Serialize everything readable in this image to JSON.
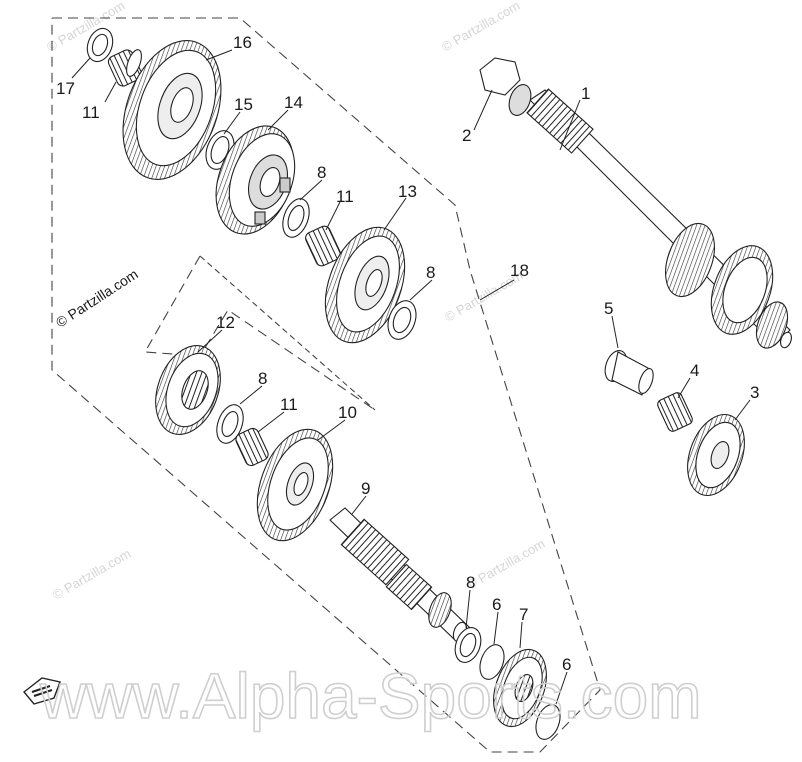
{
  "callouts": [
    {
      "key": "c1",
      "label": "1"
    },
    {
      "key": "c2",
      "label": "2"
    },
    {
      "key": "c3",
      "label": "3"
    },
    {
      "key": "c4",
      "label": "4"
    },
    {
      "key": "c5",
      "label": "5"
    },
    {
      "key": "c6a",
      "label": "6"
    },
    {
      "key": "c6b",
      "label": "6"
    },
    {
      "key": "c7",
      "label": "7"
    },
    {
      "key": "c8a",
      "label": "8"
    },
    {
      "key": "c8b",
      "label": "8"
    },
    {
      "key": "c8c",
      "label": "8"
    },
    {
      "key": "c8d",
      "label": "8"
    },
    {
      "key": "c9",
      "label": "9"
    },
    {
      "key": "c10",
      "label": "10"
    },
    {
      "key": "c11a",
      "label": "11"
    },
    {
      "key": "c11b",
      "label": "11"
    },
    {
      "key": "c11c",
      "label": "11"
    },
    {
      "key": "c12",
      "label": "12"
    },
    {
      "key": "c13",
      "label": "13"
    },
    {
      "key": "c14",
      "label": "14"
    },
    {
      "key": "c15",
      "label": "15"
    },
    {
      "key": "c16",
      "label": "16"
    },
    {
      "key": "c17",
      "label": "17"
    },
    {
      "key": "c18",
      "label": "18"
    }
  ],
  "watermarks": {
    "partzilla_small": "© Partzilla.com",
    "partzilla_label": "© Partzilla.com",
    "alpha_sports": "www.Alpha-Sports.com"
  },
  "colors": {
    "line": "#222222",
    "watermark": "#cfcfcf",
    "background": "#ffffff"
  },
  "icons": [
    "front-arrow-icon"
  ]
}
